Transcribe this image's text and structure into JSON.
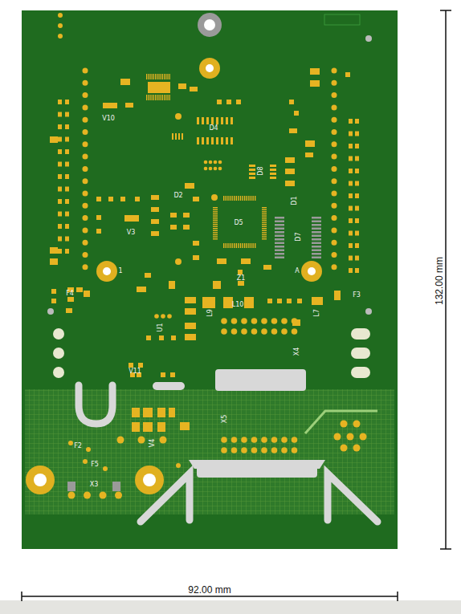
{
  "diagram": {
    "labels": [
      "V10",
      "D4",
      "D5",
      "D8",
      "D1",
      "D7",
      "D2",
      "V3",
      "U1",
      "L9",
      "L10",
      "L7",
      "X4",
      "X5",
      "X3",
      "F2",
      "F5",
      "F3",
      "F4",
      "V4",
      "V11",
      "Z1",
      "A",
      "1",
      "132.00 mm",
      "92.00 mm"
    ]
  }
}
